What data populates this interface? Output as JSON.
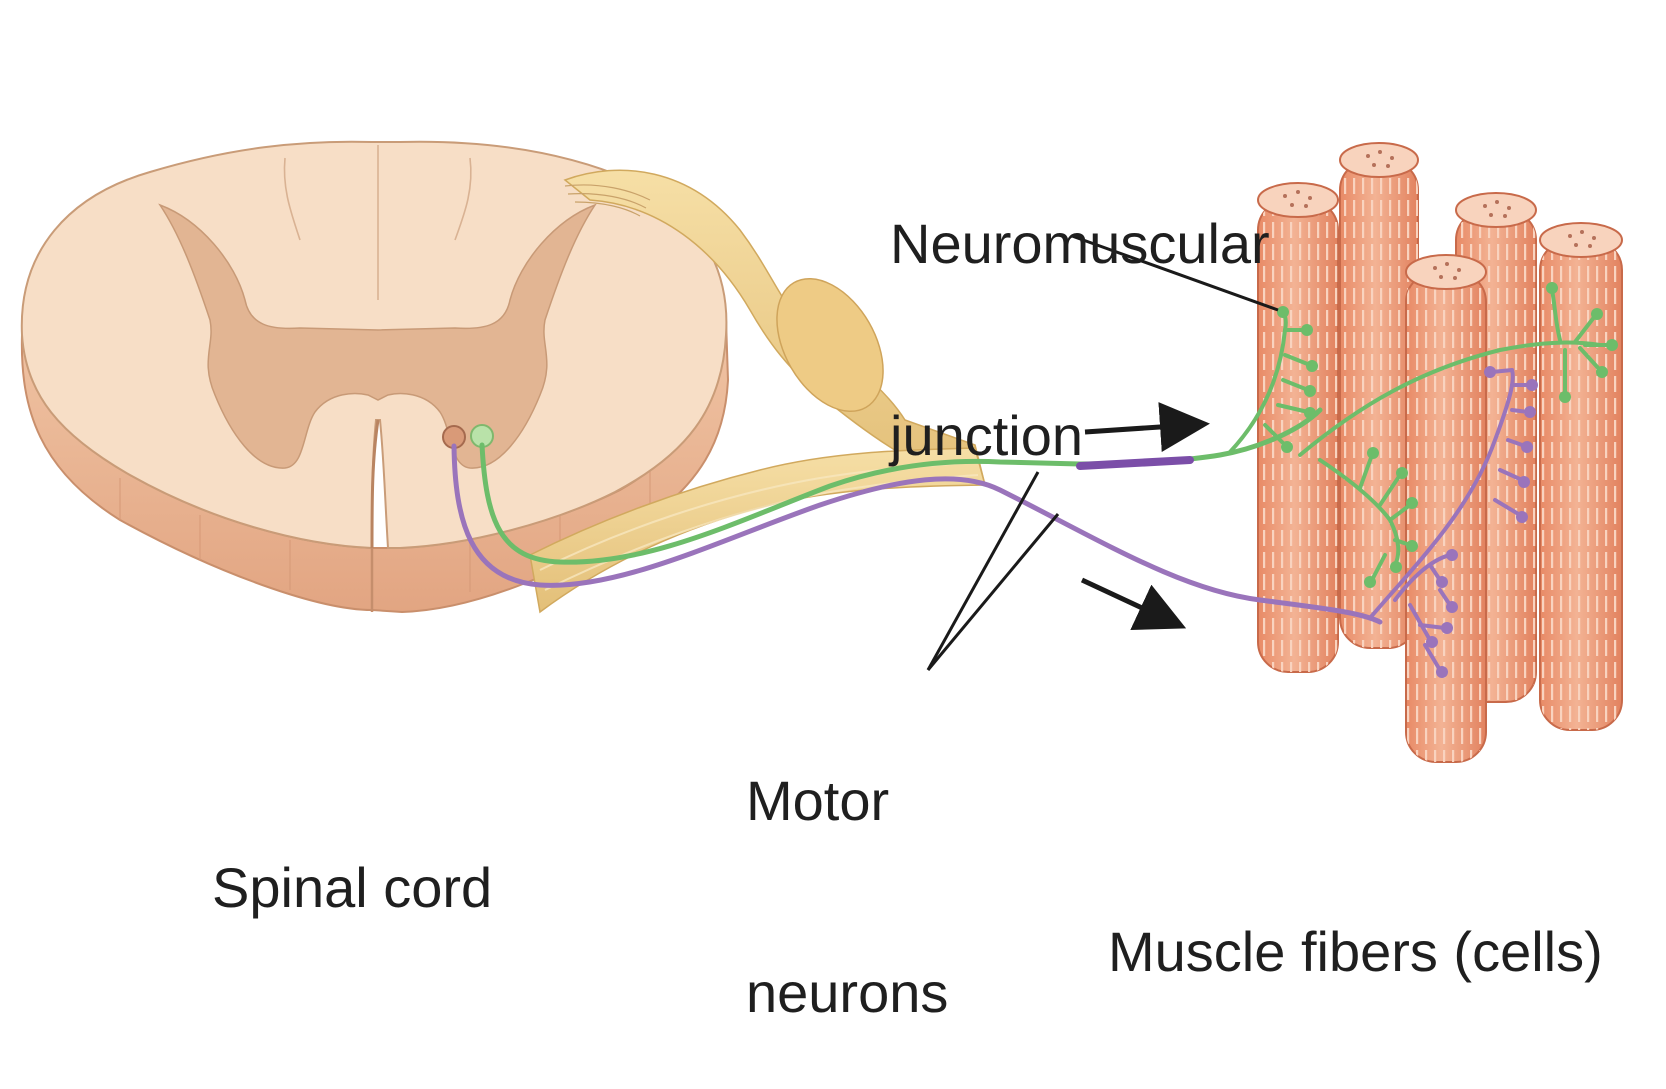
{
  "labels": {
    "spinal_cord": "Spinal cord",
    "motor_neurons_line1": "Motor",
    "motor_neurons_line2": "neurons",
    "nmj_line1": "Neuromuscular",
    "nmj_line2": "junction",
    "muscle_fibers": "Muscle fibers (cells)"
  },
  "colors": {
    "white_matter": "#f6dcc3",
    "gray_matter": "#dfb08e",
    "cord_side": "#e9b593",
    "nerve": "#f0cf8a",
    "green_neuron": "#6dbd6a",
    "purple_neuron": "#9a74bb",
    "muscle": "#ef9f7d",
    "muscle_stripe": "#f7c3a8",
    "arrow": "#1a1a1a"
  }
}
